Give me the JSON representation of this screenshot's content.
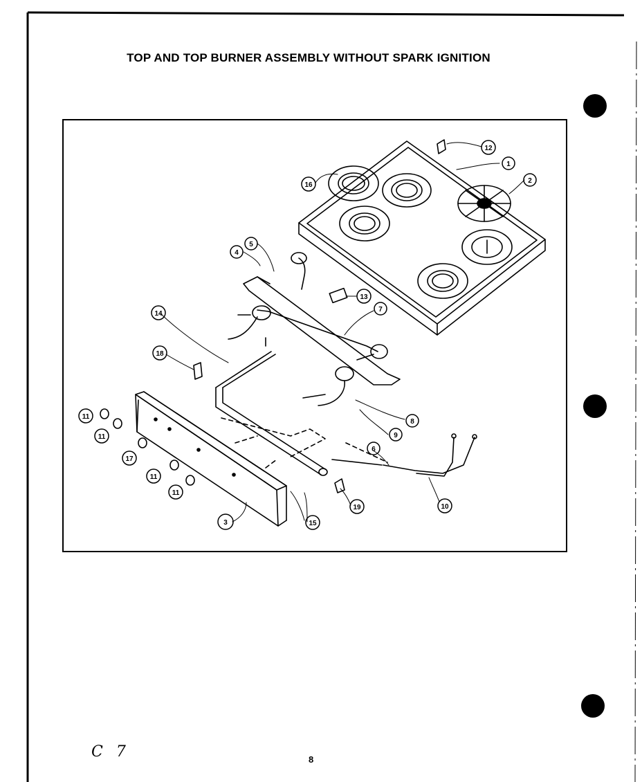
{
  "title": "TOP AND TOP BURNER ASSEMBLY WITHOUT SPARK IGNITION",
  "page_number": "8",
  "handwritten_note": "C 7",
  "callouts": {
    "c1": "1",
    "c2": "2",
    "c3": "3",
    "c4": "4",
    "c5": "5",
    "c6": "6",
    "c7": "7",
    "c8": "8",
    "c9": "9",
    "c10": "10",
    "c11a": "11",
    "c11b": "11",
    "c11c": "11",
    "c11d": "11",
    "c12": "12",
    "c13": "13",
    "c14": "14",
    "c15": "15",
    "c16": "16",
    "c17": "17",
    "c18": "18",
    "c19": "19"
  }
}
